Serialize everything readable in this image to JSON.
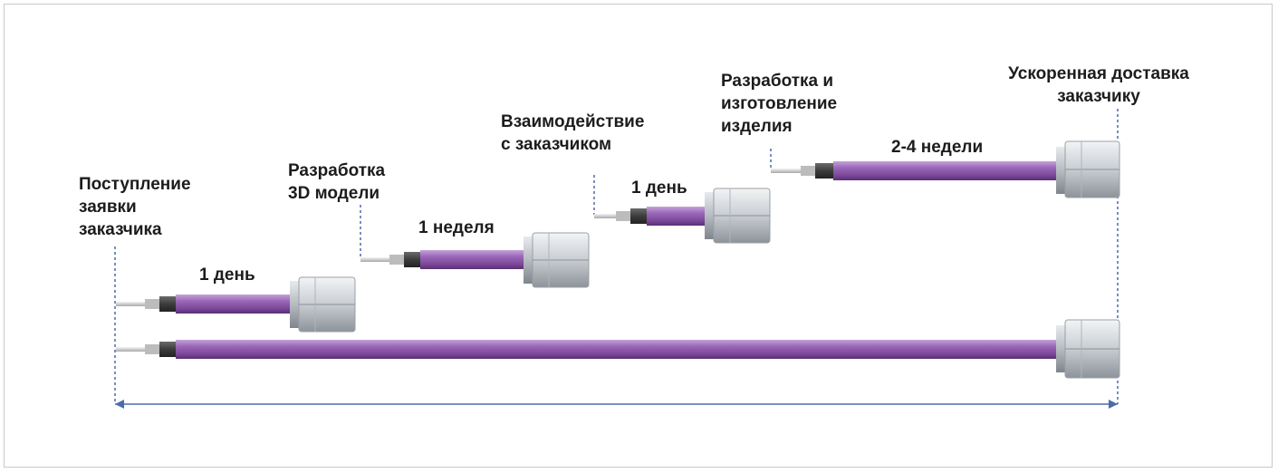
{
  "stages": [
    {
      "label": "Поступление\nзаявки\nзаказчика"
    },
    {
      "label": "Разработка\n3D модели"
    },
    {
      "label": "Взаимодействие\nс заказчиком"
    },
    {
      "label": "Разработка и\nизготовление\nизделия"
    },
    {
      "label": "Ускоренная доставка\nзаказчику"
    }
  ],
  "durations": [
    "1 день",
    "1 неделя",
    "1 день",
    "2-4 недели"
  ],
  "colors": {
    "cable": "#8a55a8",
    "cable_highlight": "#b48ccc",
    "cable_shadow": "#5f3478",
    "connector": "#d9dde2",
    "arrow": "#4a6ca8"
  }
}
